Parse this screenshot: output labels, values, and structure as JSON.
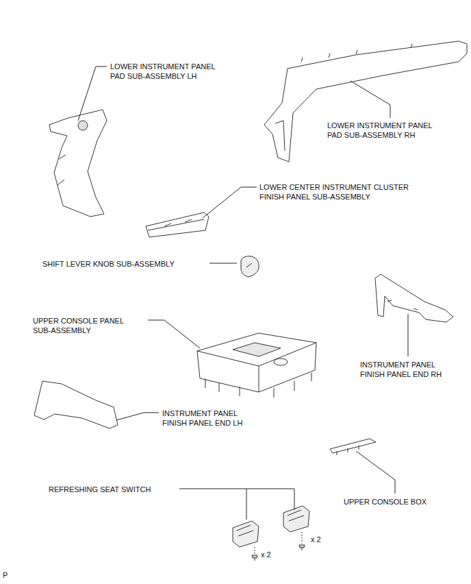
{
  "diagram": {
    "labels": [
      "LOWER INSTRUMENT PANEL PAD SUB-ASSEMBLY LH",
      "LOWER INSTRUMENT PANEL PAD SUB-ASSEMBLY RH",
      "LOWER CENTER INSTRUMENT CLUSTER FINISH PANEL SUB-ASSEMBLY",
      "SHIFT LEVER KNOB SUB-ASSEMBLY",
      "UPPER CONSOLE PANEL SUB-ASSEMBLY",
      "INSTRUMENT PANEL FINISH PANEL END RH",
      "INSTRUMENT PANEL FINISH PANEL END LH",
      "REFRESHING SEAT SWITCH",
      "UPPER CONSOLE BOX",
      "x 2",
      "x 2",
      "P"
    ]
  }
}
